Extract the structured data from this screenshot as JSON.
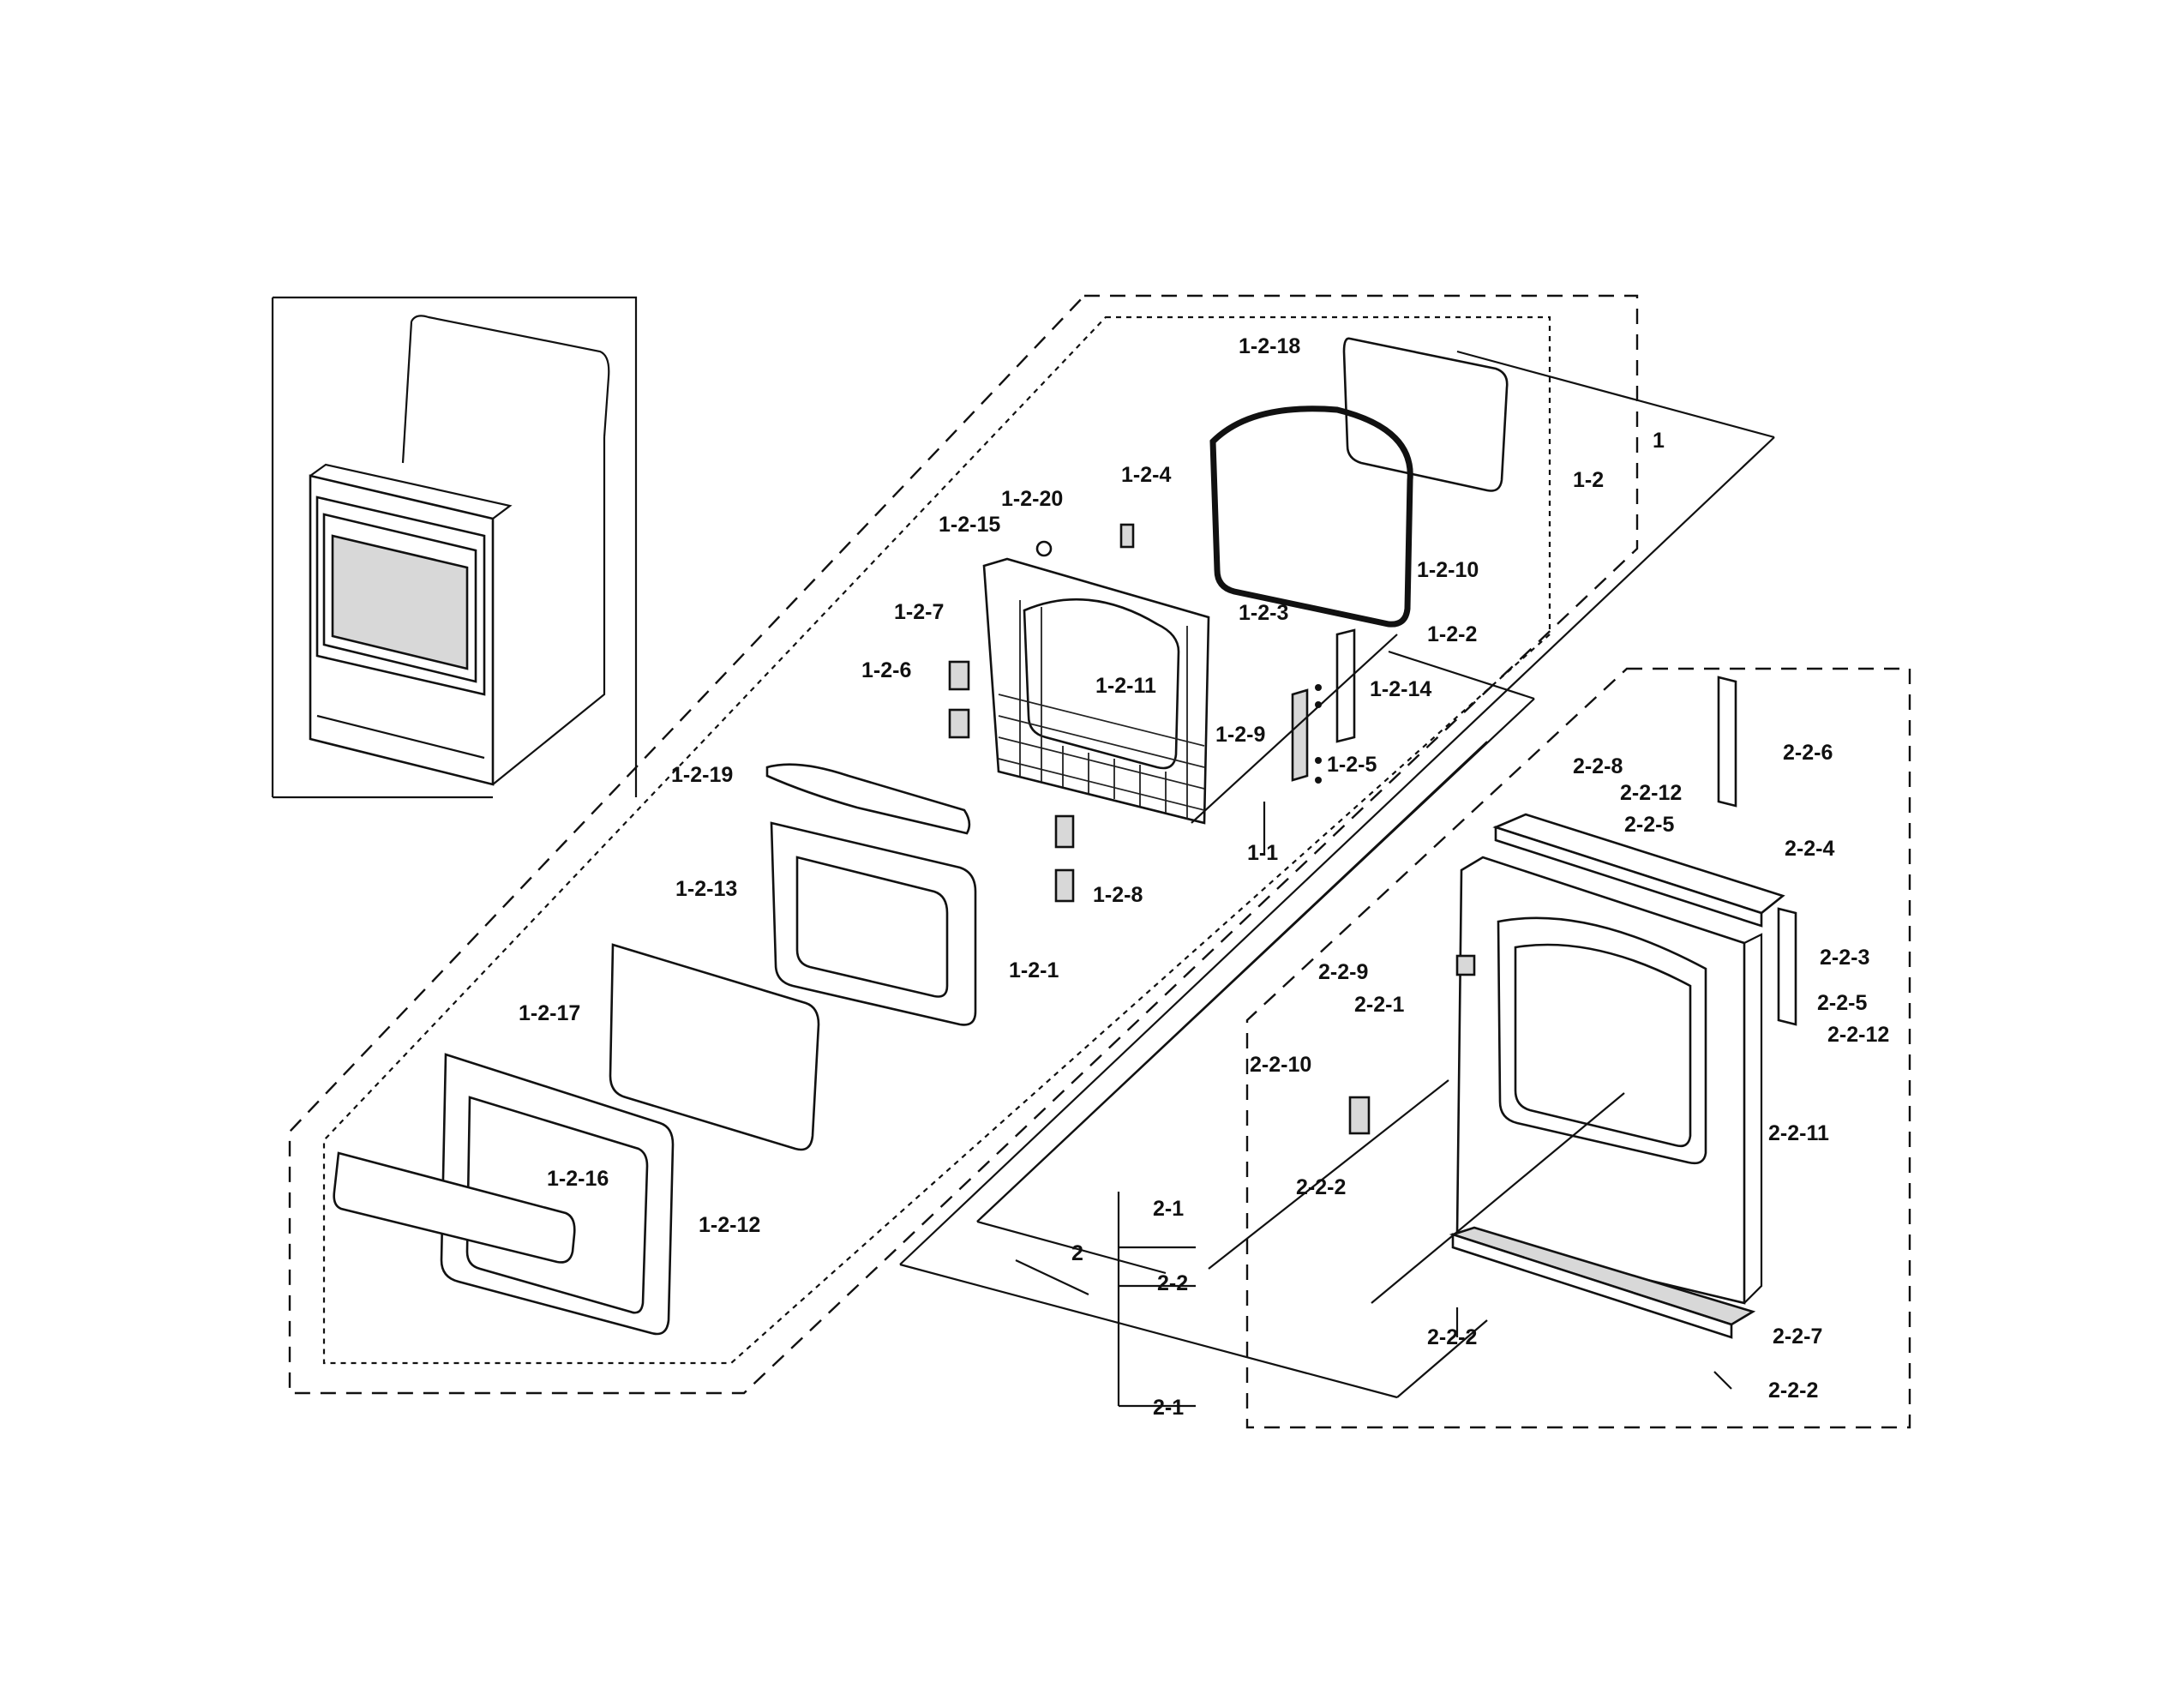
{
  "diagram": {
    "labels": [
      "1",
      "1-1",
      "1-2",
      "1-2-1",
      "1-2-2",
      "1-2-3",
      "1-2-4",
      "1-2-5",
      "1-2-6",
      "1-2-7",
      "1-2-8",
      "1-2-9",
      "1-2-10",
      "1-2-11",
      "1-2-12",
      "1-2-13",
      "1-2-14",
      "1-2-15",
      "1-2-16",
      "1-2-17",
      "1-2-18",
      "1-2-19",
      "1-2-20",
      "2",
      "2-1",
      "2-1",
      "2-2",
      "2-2-1",
      "2-2-2",
      "2-2-2",
      "2-2-2",
      "2-2-3",
      "2-2-4",
      "2-2-5",
      "2-2-5",
      "2-2-6",
      "2-2-7",
      "2-2-8",
      "2-2-9",
      "2-2-10",
      "2-2-11",
      "2-2-12",
      "2-2-12"
    ]
  }
}
